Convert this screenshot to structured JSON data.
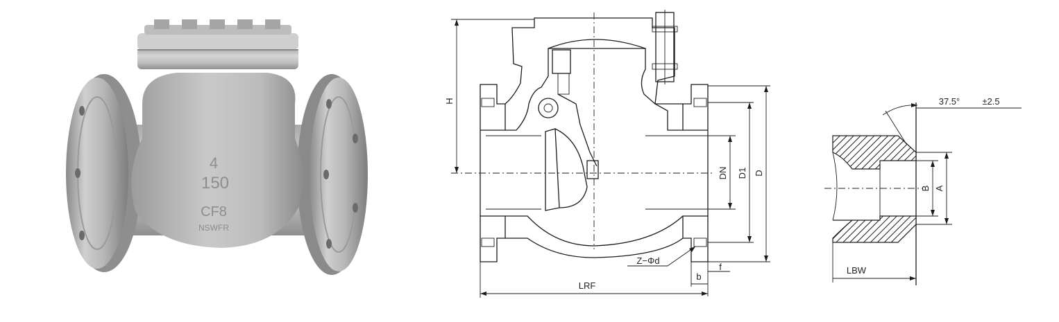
{
  "photo": {
    "casting_marks": [
      "4",
      "150",
      "CF8",
      "NSWFR"
    ]
  },
  "section_view": {
    "labels": {
      "height": "H",
      "nominal_bore": "DN",
      "bolt_circle": "D1",
      "flange_diameter": "D",
      "bolt_holes": "Z−Φd",
      "flange_thickness": "b",
      "raised_face": "f",
      "face_to_face": "LRF"
    }
  },
  "weld_end_view": {
    "labels": {
      "bevel_angle": "37.5°",
      "bevel_tolerance": "±2.5",
      "bore": "B",
      "outer_diameter": "A",
      "length": "LBW"
    }
  }
}
